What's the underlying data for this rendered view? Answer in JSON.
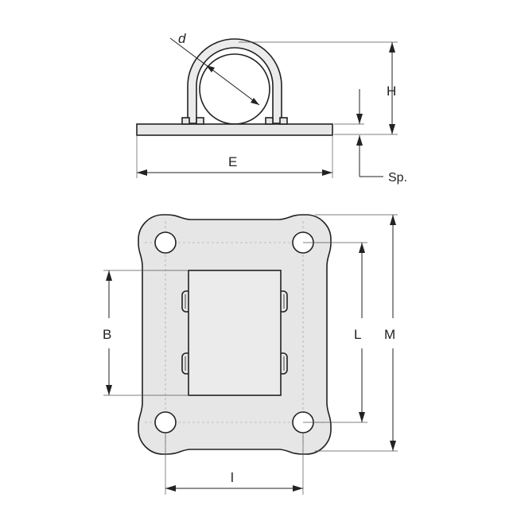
{
  "labels": {
    "d": "d",
    "H": "H",
    "E": "E",
    "Sp": "Sp.",
    "B": "B",
    "L": "L",
    "M": "M",
    "l": "l"
  },
  "colors": {
    "fill": "#e6e6e6",
    "stroke": "#222222",
    "background": "#ffffff"
  }
}
